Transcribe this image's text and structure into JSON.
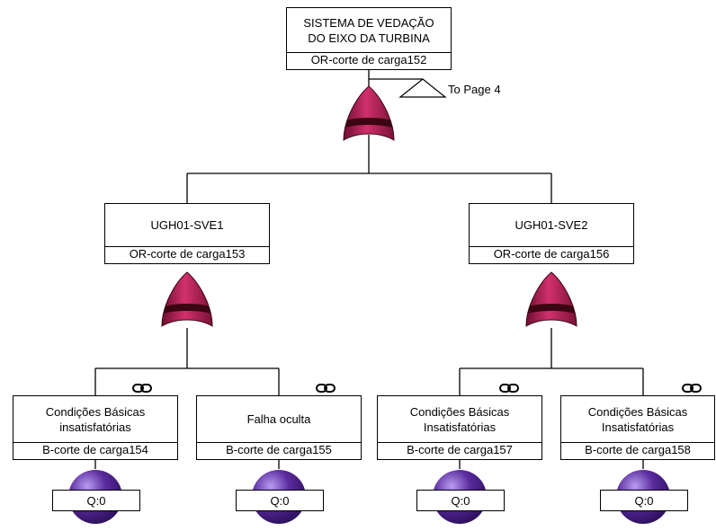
{
  "top": {
    "title_line1": "SISTEMA DE VEDAÇÃO",
    "title_line2": "DO EIXO DA TURBINA",
    "gate": "OR-corte de carga152",
    "transfer": "To Page 4"
  },
  "left": {
    "title": "UGH01-SVE1",
    "gate": "OR-corte de carga153"
  },
  "right": {
    "title": "UGH01-SVE2",
    "gate": "OR-corte de carga156"
  },
  "events": [
    {
      "line1": "Condições Básicas",
      "line2": "insatisfatórias",
      "gate": "B-corte de carga154",
      "q": "Q:0"
    },
    {
      "line1": "Falha oculta",
      "line2": "",
      "gate": "B-corte de carga155",
      "q": "Q:0"
    },
    {
      "line1": "Condições Básicas",
      "line2": "Insatisfatórias",
      "gate": "B-corte de carga157",
      "q": "Q:0"
    },
    {
      "line1": "Condições Básicas",
      "line2": "Insatisfatórias",
      "gate": "B-corte de carga158",
      "q": "Q:0"
    }
  ],
  "colors": {
    "or_gate": "#a8174b",
    "or_gate_band": "#4a0718",
    "basic_event": "#5b2b9e"
  }
}
